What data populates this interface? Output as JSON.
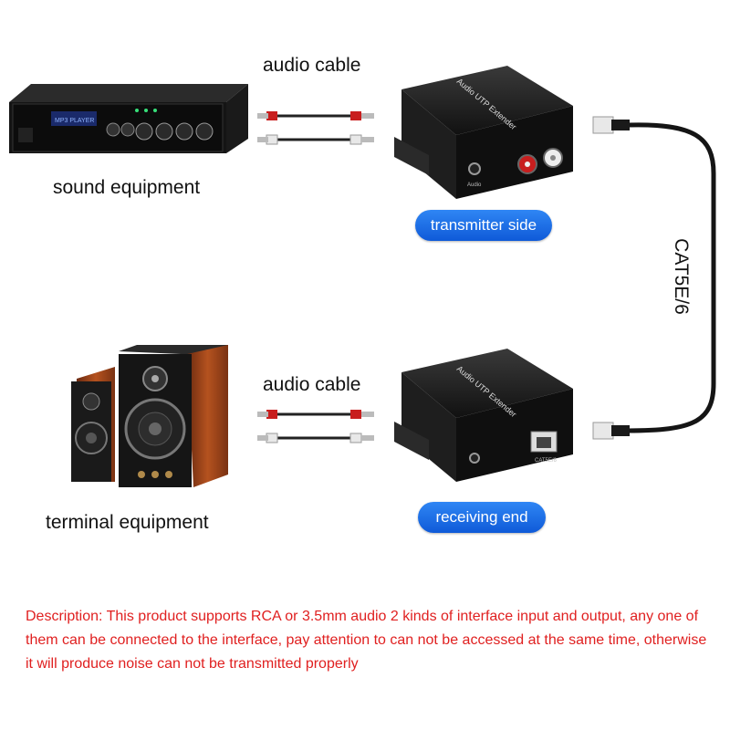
{
  "labels": {
    "audio_cable_top": "audio cable",
    "audio_cable_bottom": "audio cable",
    "sound_equipment": "sound equipment",
    "terminal_equipment": "terminal equipment",
    "transmitter_side": "transmitter side",
    "receiving_end": "receiving end",
    "cable_type": "CAT5E/6"
  },
  "devices": {
    "extender_label": "Audio UTP Extender",
    "audio_port": "Audio",
    "rj45_port": "CAT5E/6"
  },
  "description": "Description: This product supports RCA or 3.5mm audio 2 kinds of interface input and output, any one of them can be connected to the interface, pay attention to can not be accessed at the same time, otherwise it will produce noise can not be transmitted properly",
  "colors": {
    "pill": "#1a6ae8",
    "description": "#e02020",
    "rca_red": "#c81e1e",
    "rca_white": "#e8e8e8"
  }
}
